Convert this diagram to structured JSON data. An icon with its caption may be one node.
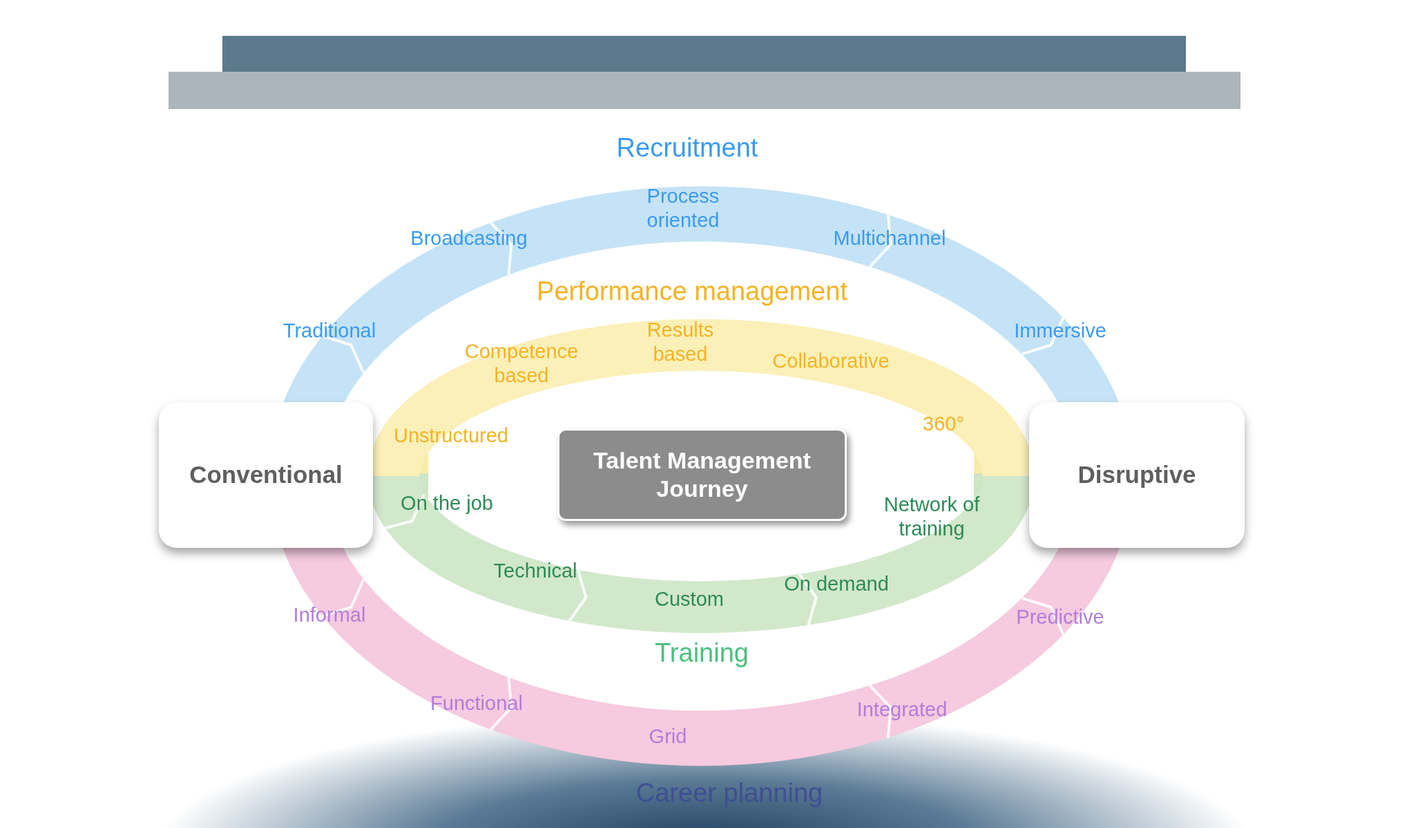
{
  "diagram": {
    "nodes": [
      {
        "text": [
          "Conventional"
        ]
      },
      {
        "text": [
          "Talent Management Journey"
        ]
      },
      {
        "text": [
          "Disruptive"
        ]
      }
    ],
    "labels": [
      "Recruitment",
      "Process oriented",
      "Broadcasting",
      "Multichannel",
      "Traditional",
      "Immersive",
      "Performance management",
      "Competence based",
      "Results based",
      "Collaborative",
      "Unstructured",
      "360°",
      "On the job",
      "Network of training",
      "Technical",
      "Custom",
      "On demand",
      "Training",
      "Informal",
      "Predictive",
      "Functional",
      "Integrated",
      "Grid",
      "Career planning"
    ]
  }
}
